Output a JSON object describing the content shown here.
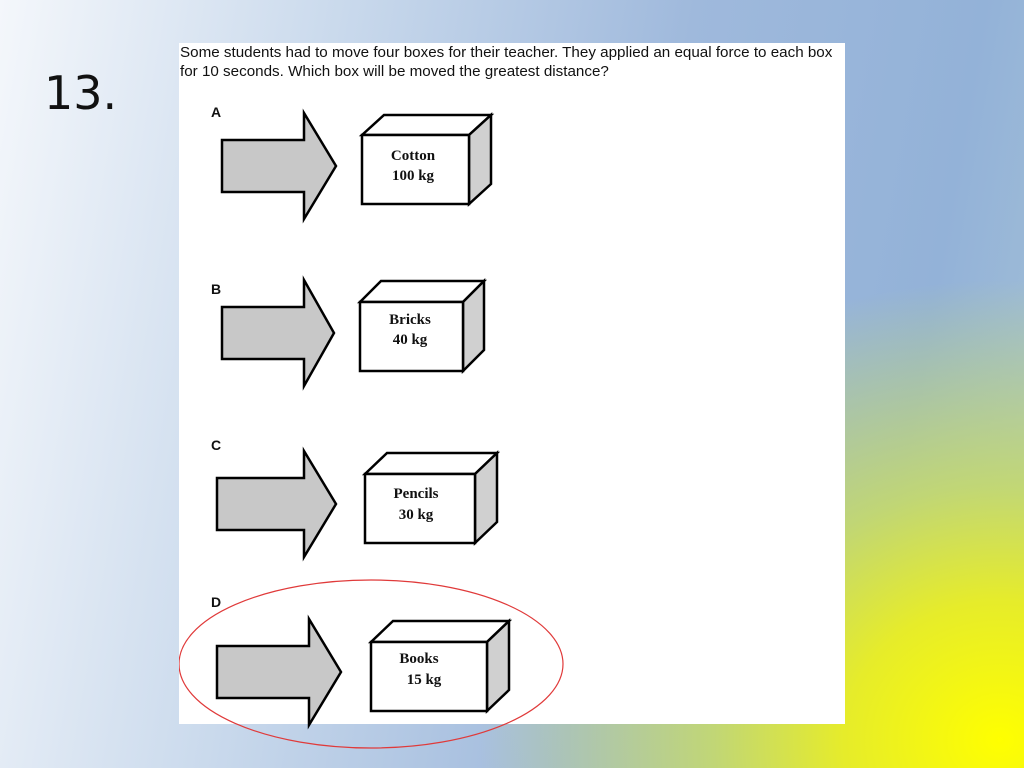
{
  "slide": {
    "number": "13."
  },
  "question": {
    "text": "Some students had to move four boxes for their teacher. They applied an equal force to each box for 10 seconds.  Which box will be moved the greatest distance?"
  },
  "options": [
    {
      "letter": "A",
      "material": "Cotton",
      "mass": "100 kg"
    },
    {
      "letter": "B",
      "material": "Bricks",
      "mass": "40 kg"
    },
    {
      "letter": "C",
      "material": "Pencils",
      "mass": "30 kg"
    },
    {
      "letter": "D",
      "material": "Books",
      "mass": "15 kg"
    }
  ],
  "highlighted_answer": "D",
  "colors": {
    "arrow_fill": "#c8c8c8",
    "highlight_ring": "#e03a3a"
  }
}
